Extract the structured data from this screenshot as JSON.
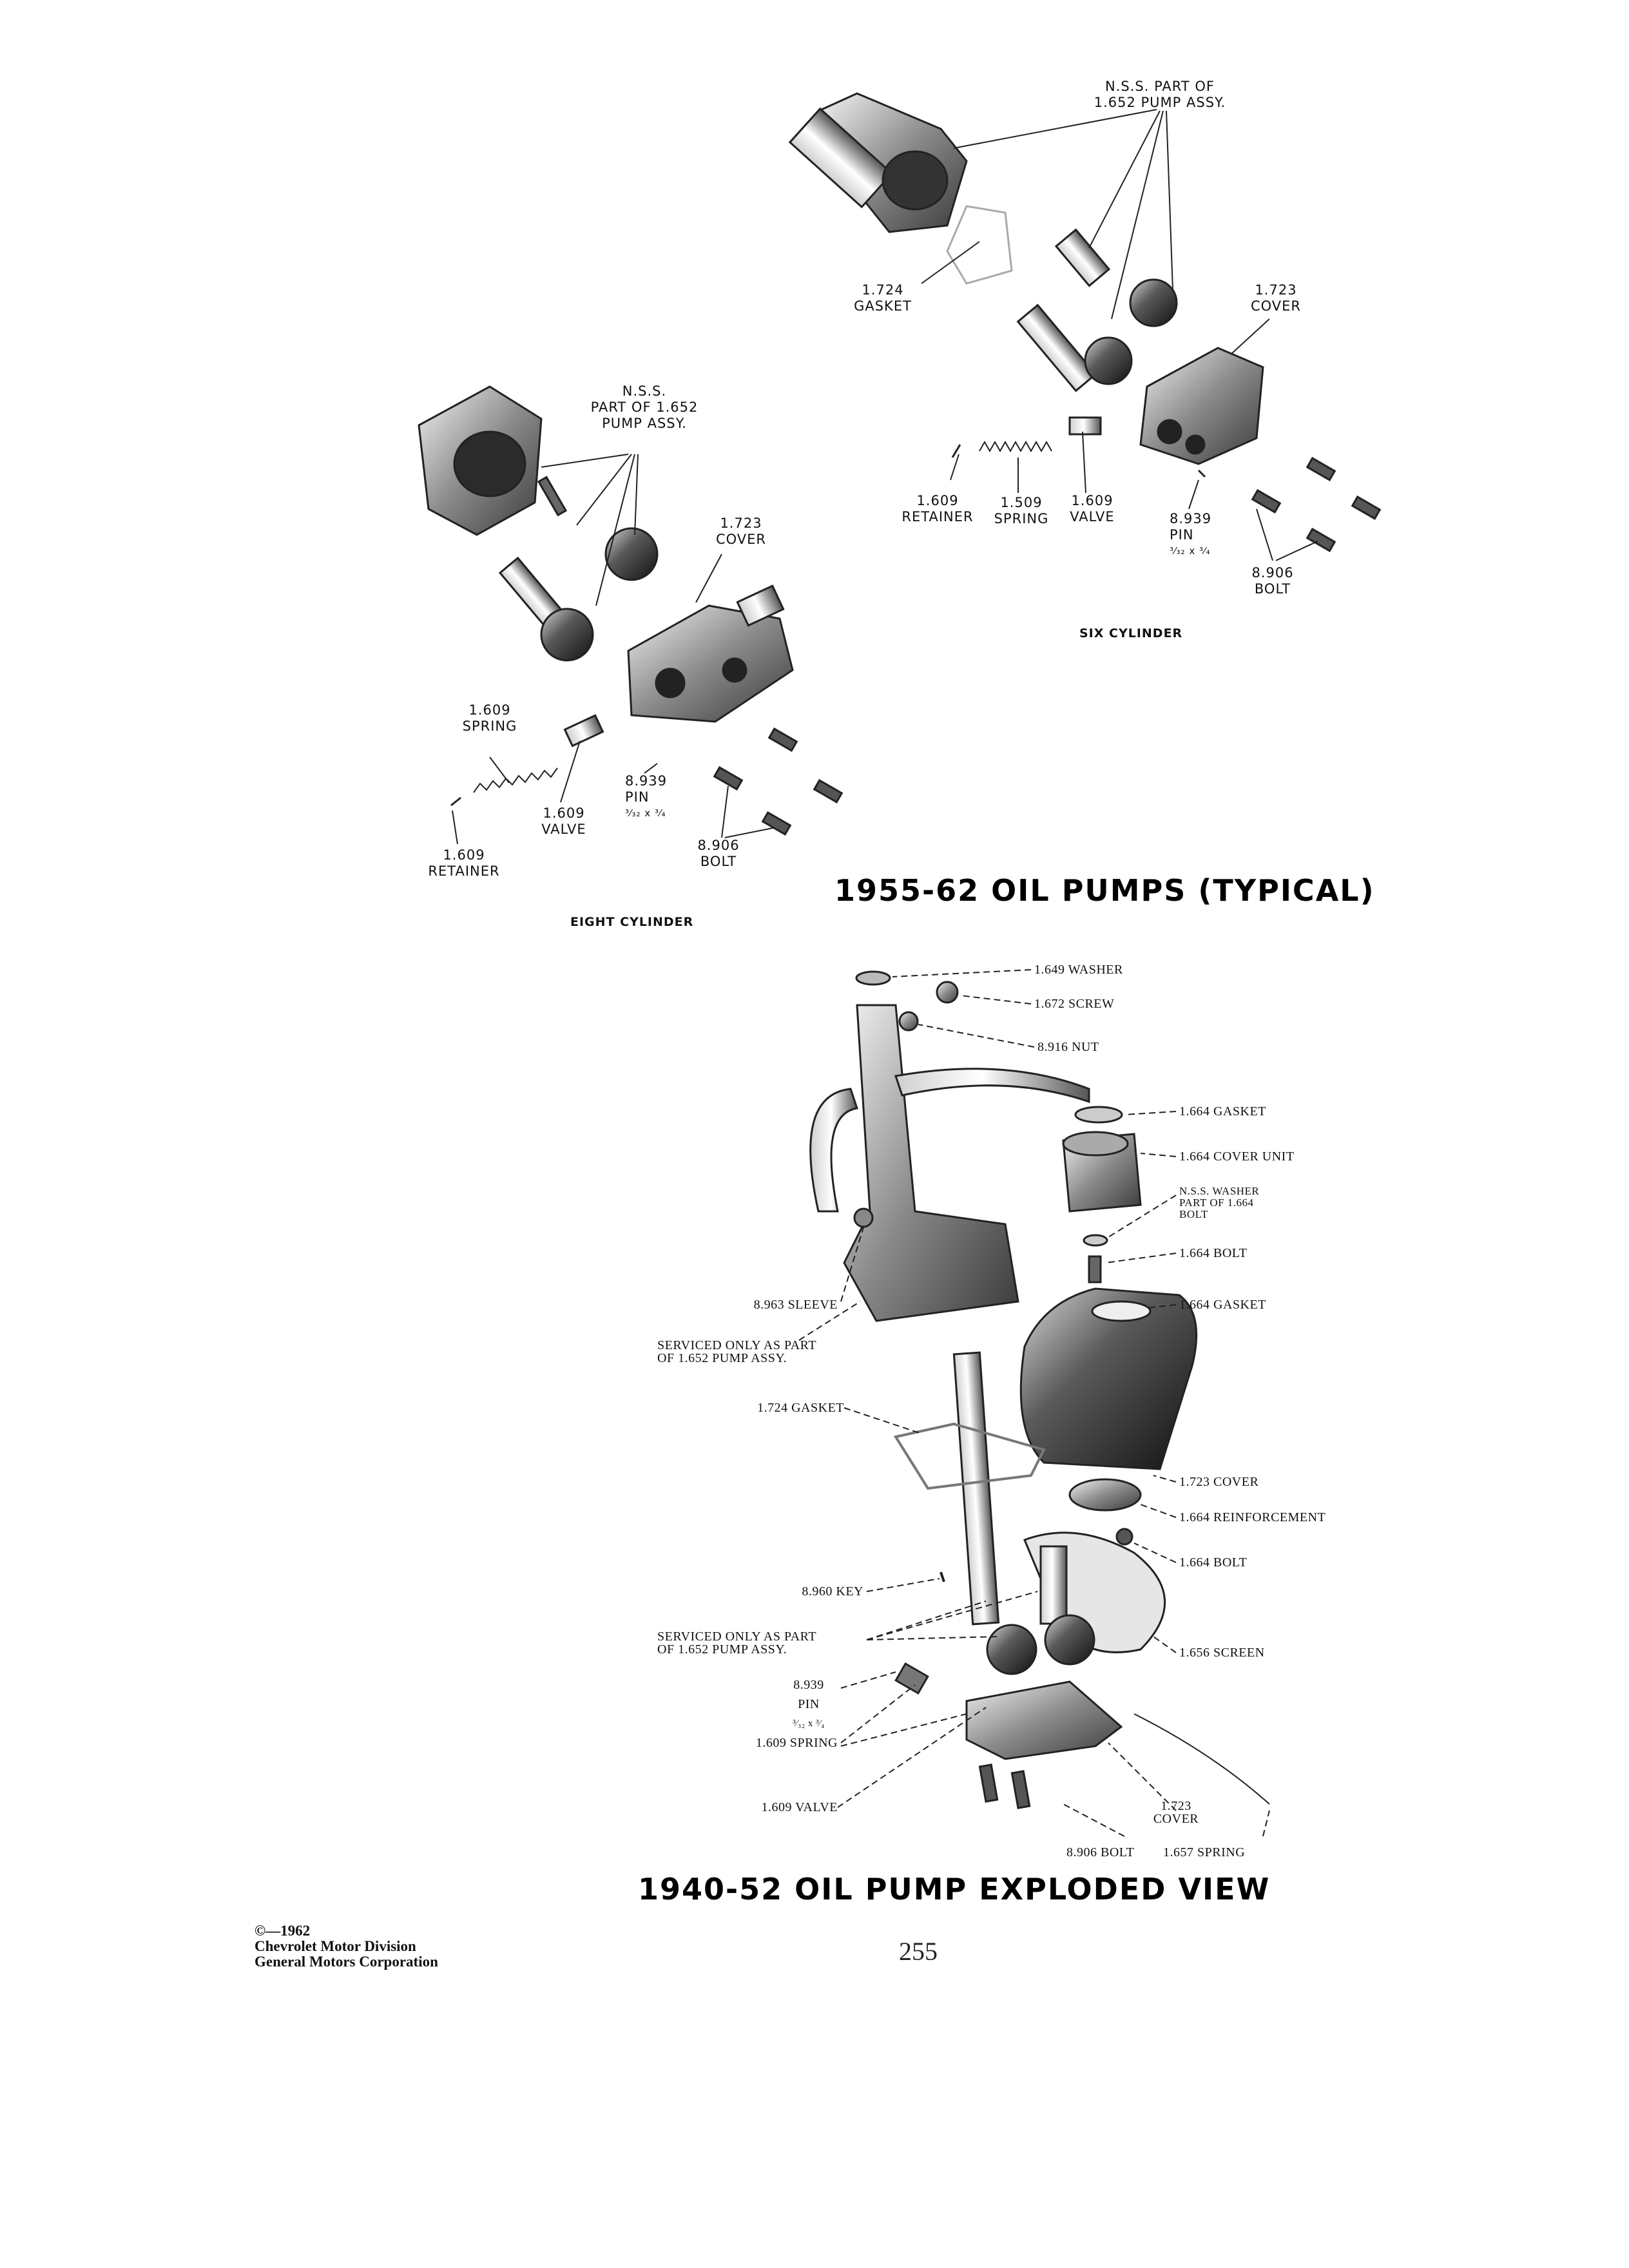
{
  "six_cylinder": {
    "nss_callout": [
      "N.S.S. PART OF",
      "1.652 PUMP ASSY."
    ],
    "gasket": [
      "1.724",
      "GASKET"
    ],
    "cover": [
      "1.723",
      "COVER"
    ],
    "retainer": [
      "1.609",
      "RETAINER"
    ],
    "spring": [
      "1.509",
      "SPRING"
    ],
    "valve": [
      "1.609",
      "VALVE"
    ],
    "pin": [
      "8.939",
      "PIN",
      "³⁄₃₂ x ³⁄₄"
    ],
    "bolt": [
      "8.906",
      "BOLT"
    ],
    "caption": "SIX CYLINDER"
  },
  "eight_cylinder": {
    "nss_callout": [
      "N.S.S.",
      "PART OF 1.652",
      "PUMP ASSY."
    ],
    "cover": [
      "1.723",
      "COVER"
    ],
    "spring": [
      "1.609",
      "SPRING"
    ],
    "valve": [
      "1.609",
      "VALVE"
    ],
    "retainer": [
      "1.609",
      "RETAINER"
    ],
    "pin": [
      "8.939",
      "PIN",
      "³⁄₃₂ x ³⁄₄"
    ],
    "bolt": [
      "8.906",
      "BOLT"
    ],
    "caption": "EIGHT CYLINDER"
  },
  "title_1955": "1955-62 OIL PUMPS (TYPICAL)",
  "exploded_1940": {
    "washer": "1.649 WASHER",
    "screw": "1.672 SCREW",
    "nut": "8.916 NUT",
    "gasket_top": "1.664 GASKET",
    "cover_unit": "1.664 COVER UNIT",
    "nss_washer": [
      "N.S.S. WASHER",
      "PART OF 1.664",
      "BOLT"
    ],
    "bolt_top": "1.664 BOLT",
    "gasket_mid": "1.664 GASKET",
    "sleeve": "8.963 SLEEVE",
    "serviced_top": [
      "SERVICED ONLY AS PART",
      "OF 1.652 PUMP ASSY."
    ],
    "gasket_1724": "1.724 GASKET",
    "cover_1723": "1.723 COVER",
    "reinforcement": "1.664 REINFORCEMENT",
    "bolt_1664": "1.664 BOLT",
    "key": "8.960 KEY",
    "serviced_bottom": [
      "SERVICED ONLY AS PART",
      "OF 1.652 PUMP ASSY."
    ],
    "screen": "1.656 SCREEN",
    "pin": [
      "8.939",
      "PIN",
      "³⁄₃₂ x ³⁄₄"
    ],
    "spring": "1.609 SPRING",
    "valve": "1.609 VALVE",
    "cover_bottom": [
      "1.723",
      "COVER"
    ],
    "bolt_bottom": "8.906 BOLT",
    "spring_1657": "1.657 SPRING"
  },
  "title_1940": "1940-52 OIL PUMP EXPLODED VIEW",
  "copyright": [
    "©—1962",
    "Chevrolet Motor Division",
    "General Motors Corporation"
  ],
  "page_number": "255"
}
